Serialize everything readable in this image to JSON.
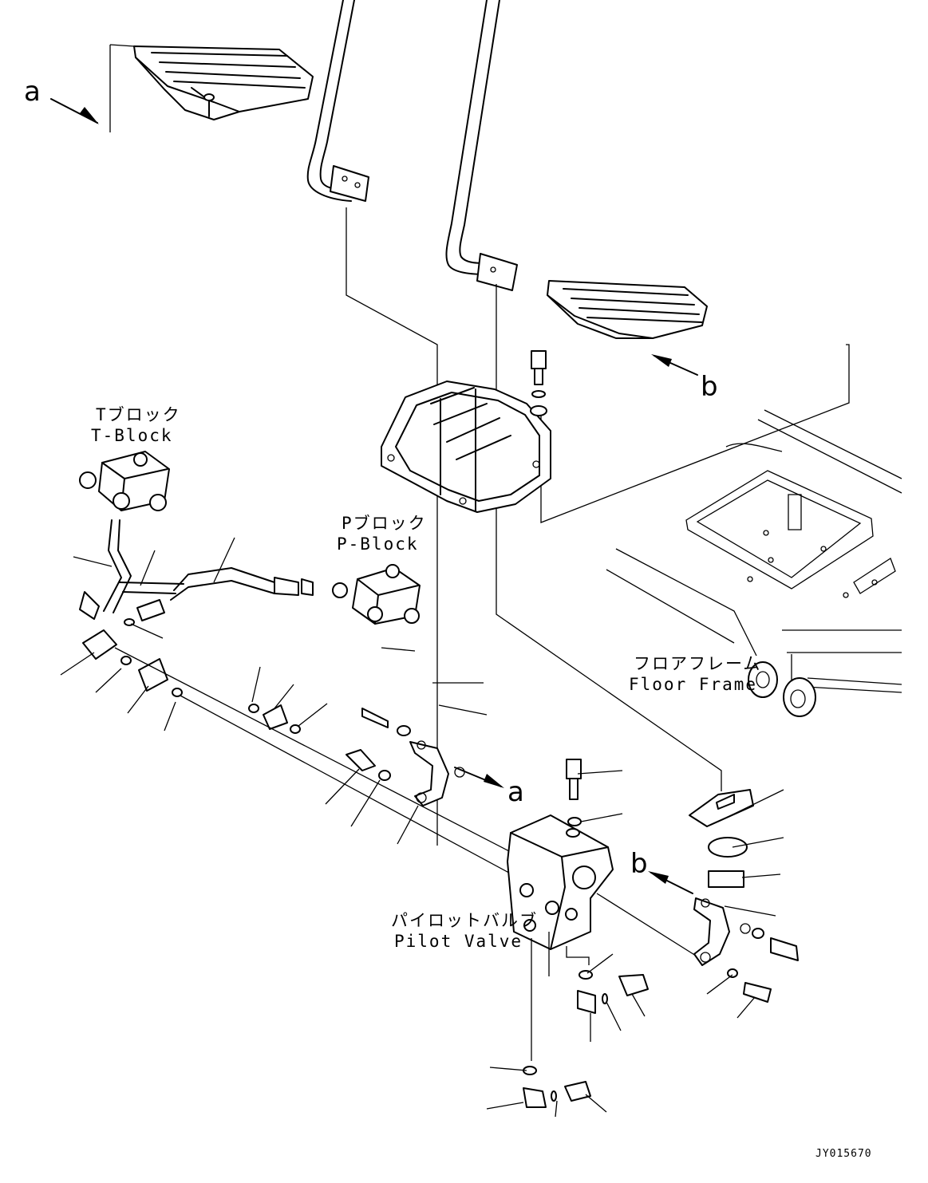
{
  "labels": {
    "ref_a_top": "a",
    "ref_b_top": "b",
    "ref_a_mid": "a",
    "ref_b_mid": "b",
    "t_block_jp": "Tブロック",
    "t_block_en": "T-Block",
    "p_block_jp": "Pブロック",
    "p_block_en": "P-Block",
    "floor_frame_jp": "フロアフレーム",
    "floor_frame_en": "Floor Frame",
    "pilot_valve_jp": "パイロットバルブ",
    "pilot_valve_en": "Pilot Valve"
  },
  "drawing_code": "JY015670"
}
